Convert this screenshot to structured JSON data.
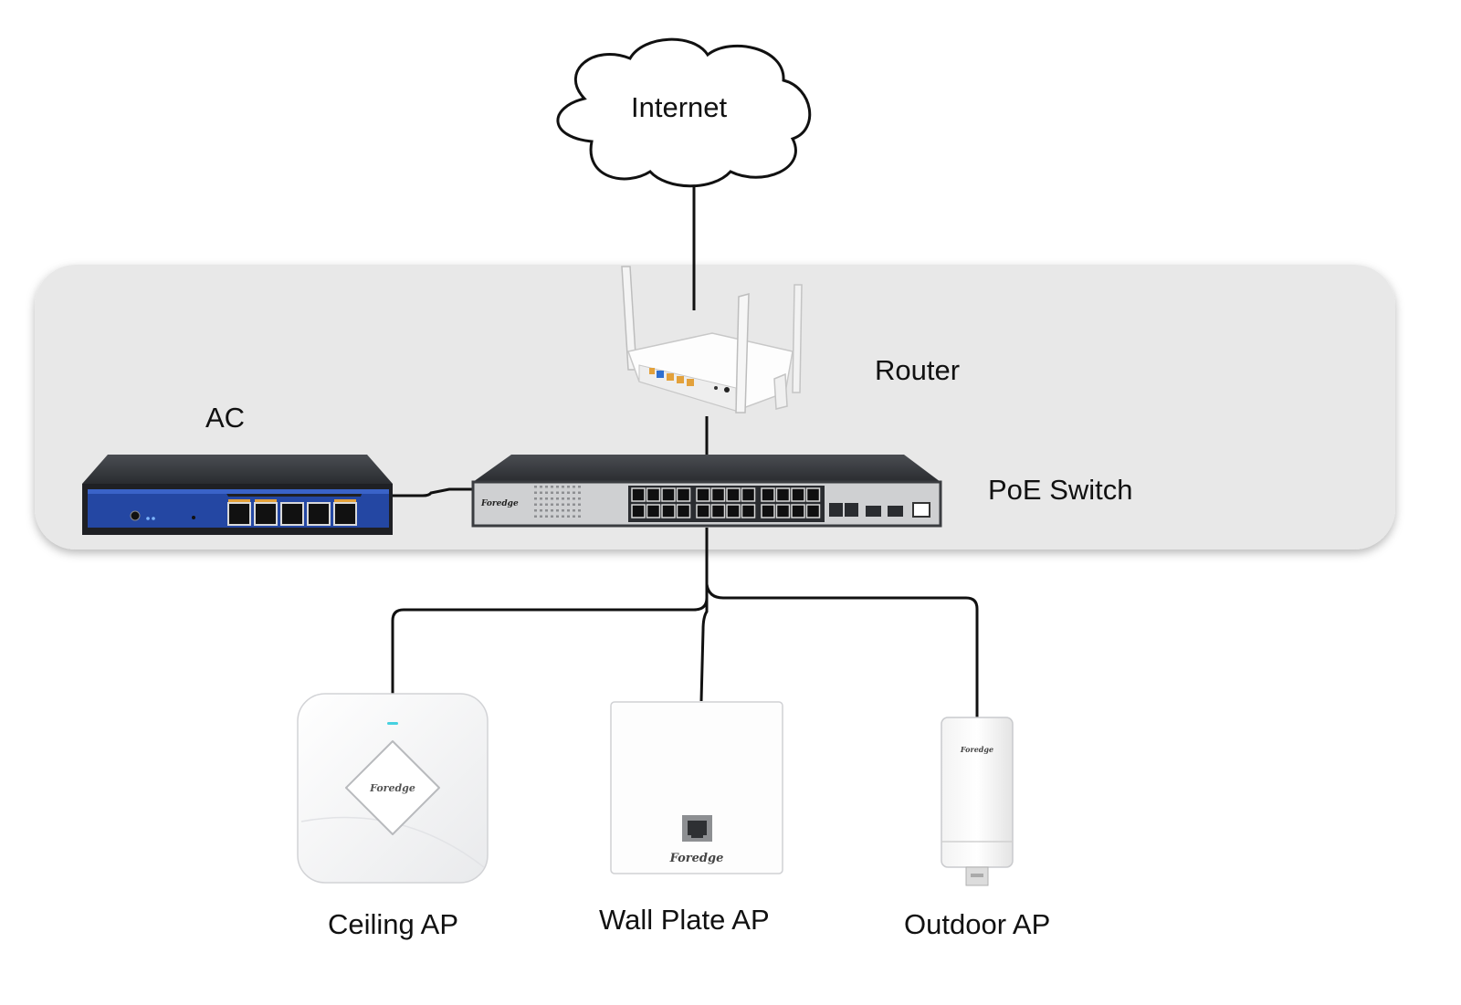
{
  "labels": {
    "internet": "Internet",
    "router": "Router",
    "ac": "AC",
    "poe_switch": "PoE Switch",
    "ceiling_ap": "Ceiling AP",
    "wall_plate_ap": "Wall Plate AP",
    "outdoor_ap": "Outdoor AP"
  },
  "brand": "Foredge",
  "colors": {
    "panel": "#e8e8e8",
    "line": "#111111",
    "ac_front": "#2447a3",
    "device_dark": "#2b2e33",
    "port_orange": "#e3a13b",
    "port_blue": "#2f6fd0",
    "led_cyan": "#46d1e0"
  },
  "connections": [
    [
      "internet",
      "router"
    ],
    [
      "router",
      "poe_switch"
    ],
    [
      "ac",
      "poe_switch"
    ],
    [
      "poe_switch",
      "ceiling_ap"
    ],
    [
      "poe_switch",
      "wall_plate_ap"
    ],
    [
      "poe_switch",
      "outdoor_ap"
    ]
  ]
}
